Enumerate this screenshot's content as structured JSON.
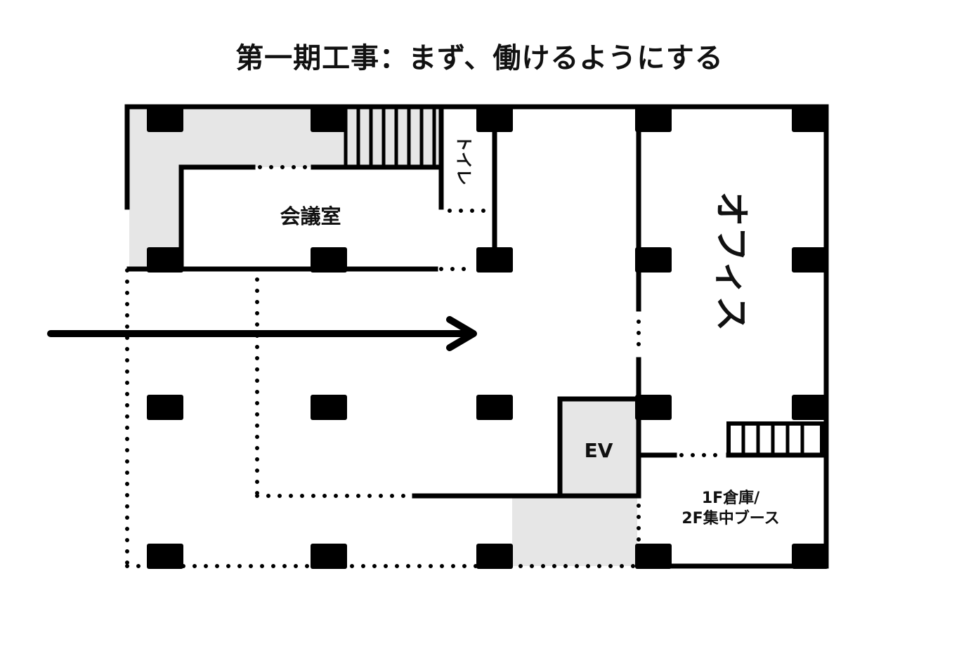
{
  "title": "第一期工事：まず、働けるようにする",
  "rooms": {
    "meeting": "会議室",
    "toilet": "トイレ",
    "office": "オフィス",
    "ev": "EV",
    "storage_line1": "1F倉庫/",
    "storage_line2": "2F集中ブース"
  },
  "colors": {
    "wall": "#000000",
    "shade": "#e6e6e6",
    "background": "#ffffff"
  }
}
